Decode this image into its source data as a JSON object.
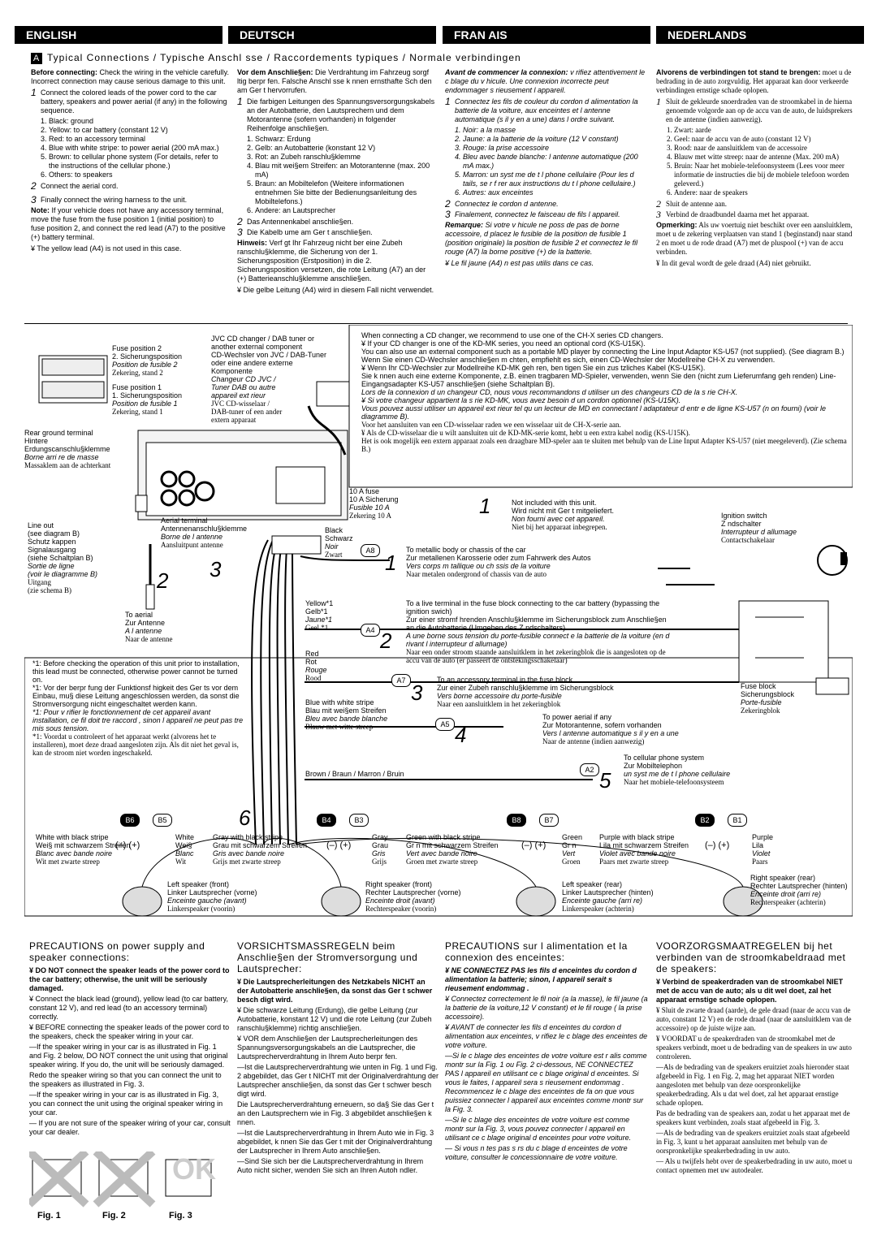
{
  "languages": [
    "ENGLISH",
    "DEUTSCH",
    "FRAN AIS",
    "NEDERLANDS"
  ],
  "section": {
    "letter": "A",
    "title": "Typical Connections / Typische Anschl sse / Raccordements typiques / Normale verbindingen"
  },
  "en": {
    "intro_bold": "Before connecting:",
    "intro": "Check the wiring in the vehicle carefully. Incorrect connection may cause serious damage to this unit.",
    "step1": "Connect the colored leads of the power cord to the car battery, speakers and power aerial (if any) in the following sequence.",
    "list": [
      "Black: ground",
      "Yellow: to car battery (constant 12 V)",
      "Red: to an accessory terminal",
      "Blue with white stripe: to power aerial (200 mA max.)",
      "Brown: to cellular phone system (For details, refer to the instructions of the cellular phone.)",
      "Others: to speakers"
    ],
    "step2": "Connect the aerial cord.",
    "step3": "Finally connect the wiring harness to the unit.",
    "note_bold": "Note:",
    "note": "If your vehicle does not have any accessory terminal, move the fuse from the fuse position 1 (initial position) to fuse position 2, and connect the red lead (A7) to the positive (+) battery terminal.",
    "bullet": "¥ The yellow lead (A4) is not used in this case."
  },
  "de": {
    "intro_bold": "Vor dem Anschlie§en:",
    "intro": "Die Verdrahtung im Fahrzeug sorgf ltig berpr fen. Falsche Anschl sse k nnen ernsthafte Sch den am Ger t hervorrufen.",
    "step1": "Die farbigen Leitungen des Spannungsversorgungskabels an der Autobatterie, den Lautsprechern und dem Motorantenne (sofern vorhanden) in folgender Reihenfolge anschlie§en.",
    "list": [
      "Schwarz: Erdung",
      "Gelb: an Autobatterie (konstant 12 V)",
      "Rot: an Zubeh ranschlu§klemme",
      "Blau mit wei§em Streifen: an Motorantenne (max. 200 mA)",
      "Braun: an Mobiltelefon (Weitere informationen entnehmen Sie bitte der Bedienungsanleitung des Mobiltelefons.)",
      "Andere: an Lautsprecher"
    ],
    "step2": "Das Antennenkabel anschlie§en.",
    "step3": "Die Kabelb ume am Ger t anschlie§en.",
    "note_bold": "Hinweis:",
    "note": "Verf gt Ihr Fahrzeug nicht ber eine Zubeh ranschlu§klemme, die Sicherung von der 1. Sicherungsposition (Erstposition) in die 2. Sicherungsposition versetzen, die rote Leitung (A7) an der (+) Batterieanschlu§klemme anschlie§en.",
    "bullet": "¥ Die gelbe Leitung (A4) wird in diesem Fall nicht verwendet."
  },
  "fr": {
    "intro_bold": "Avant de commencer la connexion:",
    "intro": "v rifiez attentivement le c blage du v hicule. Une connexion incorrecte peut endommager s rieusement l appareil.",
    "step1": "Connectez les fils de couleur du cordon d alimentation la batterie de la voiture, aux enceintes et l antenne automatique (s il y en a une) dans l ordre suivant.",
    "list": [
      "Noir: a la masse",
      "Jaune: a la batterie de la voiture (12 V constant)",
      "Rouge: la prise accessoire",
      "Bleu avec bande blanche: l antenne automatique (200 mA max.)",
      "Marron: un syst me de t l phone cellulaire (Pour les d tails, se r f rer aux instructions du t l phone cellulaire.)",
      "Autres: aux enceintes"
    ],
    "step2": "Connectez le cordon d antenne.",
    "step3": "Finalement, connectez le faisceau de fils l appareil.",
    "note_bold": "Remarque:",
    "note": "Si votre v hicule ne poss de pas de borne accessoire, d placez le fusible de la position de fusible 1 (position originale) la position de fusible 2 et connectez le fil rouge (A7) la borne positive (+) de la batterie.",
    "bullet": "¥ Le fil jaune (A4) n est pas utilis dans ce cas."
  },
  "nl": {
    "intro_bold": "Alvorens de verbindingen tot stand te brengen:",
    "intro": "moet u de bedrading in de auto zorgvuldig. Het apparaat kan door verkeerde verbindingen ernstige schade oplopen.",
    "step1": "Sluit de gekleurde snoerdraden van de stroomkabel in de hierna genoemde volgorde aan op de accu van de auto, de luidsprekers en de antenne (indien aanwezig).",
    "list": [
      "Zwart: aarde",
      "Geel: naar de accu van de auto (constant 12 V)",
      "Rood: naar de aansluitklem van de accessoire",
      "Blauw met witte streep: naar de antenne (Max. 200 mA)",
      "Bruin: Naar het mobiele-telefoonsysteem (Lees voor meer informatie de instructies die bij de mobiele telefoon worden geleverd.)",
      "Andere: naar de speakers"
    ],
    "step2": "Sluit de antenne aan.",
    "step3": "Verbind de draadbundel daarna met het apparaat.",
    "note_bold": "Opmerking:",
    "note": "Als uw voertuig niet beschikt over een aansluitklem, moet u de zekering verplaatsen van stand 1 (beginstand) naar stand 2 en moet u de rode draad (A7) met de pluspool (+) van de accu verbinden.",
    "bullet": "¥ In dit geval wordt de gele draad (A4) niet gebruikt."
  },
  "diagram": {
    "fuse_pos2": [
      "Fuse position 2",
      "2. Sicherungsposition",
      "Position de fusible 2",
      "Zekering, stand 2"
    ],
    "fuse_pos1": [
      "Fuse position 1",
      "1. Sicherungsposition",
      "Position de fusible 1",
      "Zekering, stand 1"
    ],
    "cd_changer": [
      "JVC CD changer / DAB tuner or",
      "another external component",
      "CD-Wechsler von JVC / DAB-Tuner",
      "oder eine andere externe",
      "Komponente",
      "Changeur CD JVC /",
      "Tuner DAB ou autre",
      "appareil ext rieur",
      "JVC CD-wisselaar /",
      "DAB-tuner of een ander",
      "extern apparaat"
    ],
    "cd_note": [
      "When connecting a CD changer, we recommend to use one of the CH-X series CD changers.",
      "¥ If your CD changer is one of the KD-MK series, you need an optional cord (KS-U15K).",
      "You can also use an external component such as a portable MD player by connecting the Line Input Adaptor KS-U57 (not supplied). (See diagram B.)",
      "Wenn Sie einen CD-Wechsler anschlie§en m chten, empfiehlt es sich, einen CD-Wechsler der Modellreihe CH-X zu verwenden.",
      "¥ Wenn Ihr CD-Wechsler zur Modellreihe KD-MK geh ren, ben tigen Sie ein zus tzliches Kabel (KS-U15K).",
      "Sie k nnen auch eine externe Komponente, z.B. einen tragbaren MD-Spieler, verwenden, wenn Sie den (nicht zum Lieferumfang geh renden) Line-Eingangsadapter KS-U57 anschlie§en (siehe Schaltplan B).",
      "Lors de la connexion d un changeur CD, nous vous recommandons d utiliser un des changeurs CD de la s rie CH-X.",
      "¥ Si votre changeur appartient la s rie KD-MK, vous avez besoin d un cordon optionnel (KS-U15K).",
      "Vous pouvez aussi utiliser un appareil ext rieur tel qu un lecteur de MD en connectant l adaptateur d entr e de ligne KS-U57 (n on fourni) (voir le diagramme B).",
      "Voor het aansluiten van een CD-wisselaar raden we een wisselaar uit de CH-X-serie aan.",
      "¥ Als de CD-wisselaar die u wilt aansluiten uit de KD-MK-serie komt, hebt u een extra kabel nodig (KS-U15K).",
      "Het is ook mogelijk een extern apparaat zoals een draagbare MD-speler aan te sluiten met behulp van de Line Input Adapter KS-U57 (niet meegeleverd). (Zie schema B.)"
    ],
    "rear_ground": [
      "Rear ground terminal",
      "Hintere",
      "Erdungscanschlu§klemme",
      "Borne arri re de masse",
      "Massaklem aan de achterkant"
    ],
    "fuse10": [
      "10 A fuse",
      "10 A Sicherung",
      "Fusible 10 A",
      "Zekering 10 A"
    ],
    "not_included": [
      "Not included with this unit.",
      "Wird nicht mit Ger t mitgeliefert.",
      "Non fourni avec cet appareil.",
      "Niet bij het apparaat inbegrepen."
    ],
    "ignition": [
      "Ignition switch",
      "Z ndschalter",
      "Interrupteur d allumage",
      "Contactschakelaar"
    ],
    "line_out": [
      "Line out",
      "(see diagram B)",
      "Schutz kappen",
      "Signalausgang",
      "(siehe Schaltplan B)",
      "Sortie de ligne",
      "(voir le diagramme B)",
      "Uitgang",
      "(zie schema B)"
    ],
    "aerial_terminal": [
      "Aerial terminal",
      "Antennenanschlu§klemme",
      "Borne de l antenne",
      "Aansluitpunt antenne"
    ],
    "to_aerial": [
      "To aerial",
      "Zur Antenne",
      "A l antenne",
      "Naar de antenne"
    ],
    "black": [
      "Black",
      "Schwarz",
      "Noir",
      "Zwart"
    ],
    "metal": [
      "To metallic body or chassis of the car",
      "Zur metallenen Karosserie oder zum Fahrwerk des Autos",
      "Vers corps m tallique ou ch ssis de la voiture",
      "Naar metalen ondergrond of chassis van de auto"
    ],
    "yellow": [
      "Yellow*1",
      "Gelb*1",
      "Jaune*1",
      "Geel *1"
    ],
    "yellow_desc": [
      "To a live terminal in the fuse block connecting to the car battery (bypassing the ignition swich)",
      "Zur einer stromf hrenden Anschlu§klemme im Sicherungsblock zum Anschlie§en an die Autobatterie (Umgehen des Z ndschalters)",
      "A une borne sous tension du porte-fusible connect e la batterie de la voiture (en d rivant l interrupteur d allumage)",
      "Naar een onder stroom staande aansluitklem in het zekeringblok die is aangesloten op de accu van de auto (er passeert de ontstekingsschakelaar)"
    ],
    "red": [
      "Red",
      "Rot",
      "Rouge",
      "Rood"
    ],
    "red_desc": [
      "To an accessory terminal in the fuse block",
      "Zur einer Zubeh ranschlu§klemme im Sicherungsblock",
      "Vers borne accessoire du porte-fusible",
      "Naar een aansluitklem in het zekeringblok"
    ],
    "blue": [
      "Blue with white stripe",
      "Blau mit wei§em Streifen",
      "Bleu avec bande blanche",
      "Blauw met witte streep"
    ],
    "blue_desc": [
      "To power aerial if any",
      "Zur Motorantenne, sofern vorhanden",
      "Vers l antenne automatique s il y en a une",
      "Naar de antenne (indien aanwezig)"
    ],
    "brown": "Brown / Braun / Marron / Bruin",
    "brown_desc": [
      "To cellular phone system",
      "Zur Mobiltelephon",
      "un syst me de t l phone cellulaire",
      "Naar het mobiele-telefoonsysteem"
    ],
    "fuse_block": [
      "Fuse block",
      "Sicherungsblock",
      "Porte-fusible",
      "Zekeringblok"
    ],
    "footnote": [
      "*1: Before checking the operation of this unit prior to installation, this lead must be connected, otherwise power cannot be turned on.",
      "*1: Vor der berpr fung der Funktionsf higkeit des Ger ts vor dem Einbau, mu§ diese Leitung angeschlossen werden, da sonst die Stromversorgung nicht eingeschaltet werden kann.",
      "*1: Pour v rifier le fonctionnement de cet appareil avant installation, ce fil doit tre raccord , sinon l appareil ne peut pas tre mis sous tension.",
      "*1: Voordat u controleert of het apparaat werkt (alvorens het te installeren), moet deze draad aangesloten zijn. Als dit niet het geval is, kan de stroom niet worden ingeschakeld."
    ],
    "tags": [
      "A8",
      "A4",
      "A7",
      "A5",
      "A2"
    ],
    "conn_tags": [
      "B6",
      "B5",
      "B4",
      "B3",
      "B8",
      "B7",
      "B2",
      "B1"
    ],
    "sp_lf_wires": [
      "White with black stripe",
      "Wei§ mit schwarzem Streifen",
      "Blanc avec bande noire",
      "Wit met zwarte streep"
    ],
    "sp_lf_wires2": [
      "White",
      "Wei§",
      "Blanc",
      "Wit"
    ],
    "sp_lf": [
      "Left speaker (front)",
      "Linker Lautsprecher (vorne)",
      "Enceinte gauche (avant)",
      "Linkerspeaker (voorin)"
    ],
    "sp_rf_wires": [
      "Gray with black stripe",
      "Grau mit schwarzem Streifen",
      "Gris avec bande noire",
      "Grijs met zwarte streep"
    ],
    "sp_rf_wires2": [
      "Gray",
      "Grau",
      "Gris",
      "Grijs"
    ],
    "sp_rf": [
      "Right speaker (front)",
      "Rechter Lautsprecher (vorne)",
      "Enceinte droit (avant)",
      "Rechterspeaker (voorin)"
    ],
    "sp_lr_wires": [
      "Green with black stripe",
      "Gr n mit schwarzem Streifen",
      "Vert avec bande noire",
      "Groen met zwarte streep"
    ],
    "sp_lr_wires2": [
      "Green",
      "Gr n",
      "Vert",
      "Groen"
    ],
    "sp_lr": [
      "Left speaker (rear)",
      "Linker Lautsprecher (hinten)",
      "Enceinte gauche (arri re)",
      "Linkerspeaker (achterin)"
    ],
    "sp_rr_wires": [
      "Purple with black stripe",
      "Lila mit schwarzem Streifen",
      "Violet avec bande noire",
      "Paars met zwarte streep"
    ],
    "sp_rr_wires2": [
      "Purple",
      "Lila",
      "Violet",
      "Paars"
    ],
    "sp_rr": [
      "Right speaker (rear)",
      "Rechter Lautsprecher (hinten)",
      "Enceinte droit (arri re)",
      "Rechterspeaker (achterin)"
    ],
    "minus": "(–)",
    "plus": "(+)",
    "nums": [
      "1",
      "2",
      "3",
      "4",
      "5",
      "6"
    ]
  },
  "precautions": {
    "en_title": "PRECAUTIONS on power supply and speaker connections:",
    "en": [
      "¥ DO NOT connect the speaker leads of the power cord to the car battery; otherwise, the unit will be seriously damaged.",
      "¥ Connect the black lead (ground), yellow lead (to car battery, constant 12 V), and red lead (to an accessory terminal) correctly.",
      "¥ BEFORE connecting the speaker leads of the power cord to the speakers, check the speaker wiring in your car.",
      "—If the speaker wiring in your car is as illustrated in Fig. 1 and Fig. 2 below, DO NOT connect the unit using that original speaker wiring. If you do, the unit will be seriously damaged.",
      "Redo the speaker wiring so that you can connect the unit to the speakers as illustrated in Fig. 3.",
      "—If the speaker wiring in your car is as illustrated in Fig. 3, you can connect the unit using the original speaker wiring in your car.",
      "— If you are not sure of the speaker wiring of your car, consult your car dealer."
    ],
    "de_title": "VORSICHTSMASSREGELN beim Anschlie§en der Stromversorgung und Lautsprecher:",
    "de": [
      "¥ Die Lautsprecherleitungen des Netzkabels NICHT an der Autobatterie anschlie§en, da sonst das Ger t schwer besch digt wird.",
      "¥ Die schwarze Leitung (Erdung), die gelbe Leitung (zur Autobatterie, konstant 12 V) und die rote Leitung (zur Zubeh ranschlu§klemme) richtig anschlie§en.",
      "¥ VOR dem Anschlie§en der Lautsprecherleitungen des Spannungsversorgungskabels an die Lautsprecher, die Lautsprecherverdrahtung in Ihrem Auto berpr fen.",
      "—Ist die Lautsprecherverdrahtung wie unten in Fig. 1 und Fig. 2 abgebildet, das Ger t NICHT mit der Originalverdrahtung der Lautsprecher anschlie§en, da sonst das Ger t schwer besch digt wird.",
      "Die Lautsprecherverdrahtung erneuern, so da§ Sie das Ger t an den Lautsprechern wie in Fig. 3 abgebildet anschlie§en k nnen.",
      "—Ist die Lautsprecherverdrahtung in Ihrem Auto wie in Fig. 3 abgebildet, k nnen Sie das Ger t mit der Originalverdrahtung der Lautsprecher in Ihrem Auto anschlie§en.",
      "—Sind Sie sich ber die Lautsprecherverdrahtung in Ihrem Auto nicht sicher, wenden Sie sich an Ihren Autoh ndler."
    ],
    "fr_title": "PRECAUTIONS sur l alimentation et la connexion des enceintes:",
    "fr": [
      "¥ NE CONNECTEZ PAS les fils d enceintes du cordon d alimentation la batterie; sinon, l appareil serait s rieusement endommag .",
      "¥ Connectez correctement le fil noir (a la masse), le fil jaune (a la batterie de la voiture,12 V constant) et le fil rouge ( la prise accessoire).",
      "¥ AVANT de connecter les fils d enceintes du cordon d alimentation aux enceintes, v rifiez le c blage des enceintes de votre voiture.",
      "—Si le c blage des enceintes de votre voiture est r alis comme montr sur la Fig. 1 ou Fig. 2 ci-dessous, NE CONNECTEZ PAS l appareil en utilisant ce c blage original d enceintes. Si vous le faites, l appareil sera s rieusement endommag . Recommencez le c blage des enceintes de fa on que vous puissiez connecter l appareil aux enceintes comme montr sur la Fig. 3.",
      "—Si le c blage des enceintes de votre voiture est comme montr sur la Fig. 3, vous pouvez connecter l appareil en utilisant ce c blage original d enceintes pour votre voiture.",
      "— Si vous n tes pas s rs du c blage d enceintes de votre voiture, consulter le concessionnaire de votre voiture."
    ],
    "nl_title": "VOORZORGSMAATREGELEN bij het verbinden van de stroomkabeldraad met de speakers:",
    "nl": [
      "¥ Verbind de speakerdraden van de stroomkabel NIET met de accu van de auto; als u dit wel doet, zal het apparaat ernstige schade oplopen.",
      "¥ Sluit de zwarte draad (aarde), de gele draad (naar de accu van de auto, constant 12 V) en de rode draad (naar de aansluitklem van de accessoire) op de juiste wijze aan.",
      "¥ VOORDAT u de speakerdraden van de stroomkabel met de speakers verbindt, moet u de bedrading van de speakers in uw auto controleren.",
      "—Als de bedrading van de speakers eruitziet zoals hieronder staat afgebeeld in Fig. 1 en Fig. 2, mag het apparaat NIET worden aangesloten met behulp van deze oorspronkelijke speakerbedrading. Als u dat wel doet, zal het apparaat ernstige schade oplopen.",
      "Pas de bedrading van de speakers aan, zodat u het apparaat met de speakers kunt verbinden, zoals staat afgebeeld in Fig. 3.",
      "—Als de bedrading van de speakers eruitziet zoals staat afgebeeld in Fig. 3, kunt u het apparaat aansluiten met behulp van de oorspronkelijke speakerbedrading in uw auto.",
      "— Als u twijfels hebt over de speakerbedrading in uw auto, moet u contact opnemen met uw autodealer."
    ],
    "fig1": "Fig. 1",
    "fig2": "Fig. 2",
    "fig3": "Fig. 3",
    "ok": "OK"
  }
}
